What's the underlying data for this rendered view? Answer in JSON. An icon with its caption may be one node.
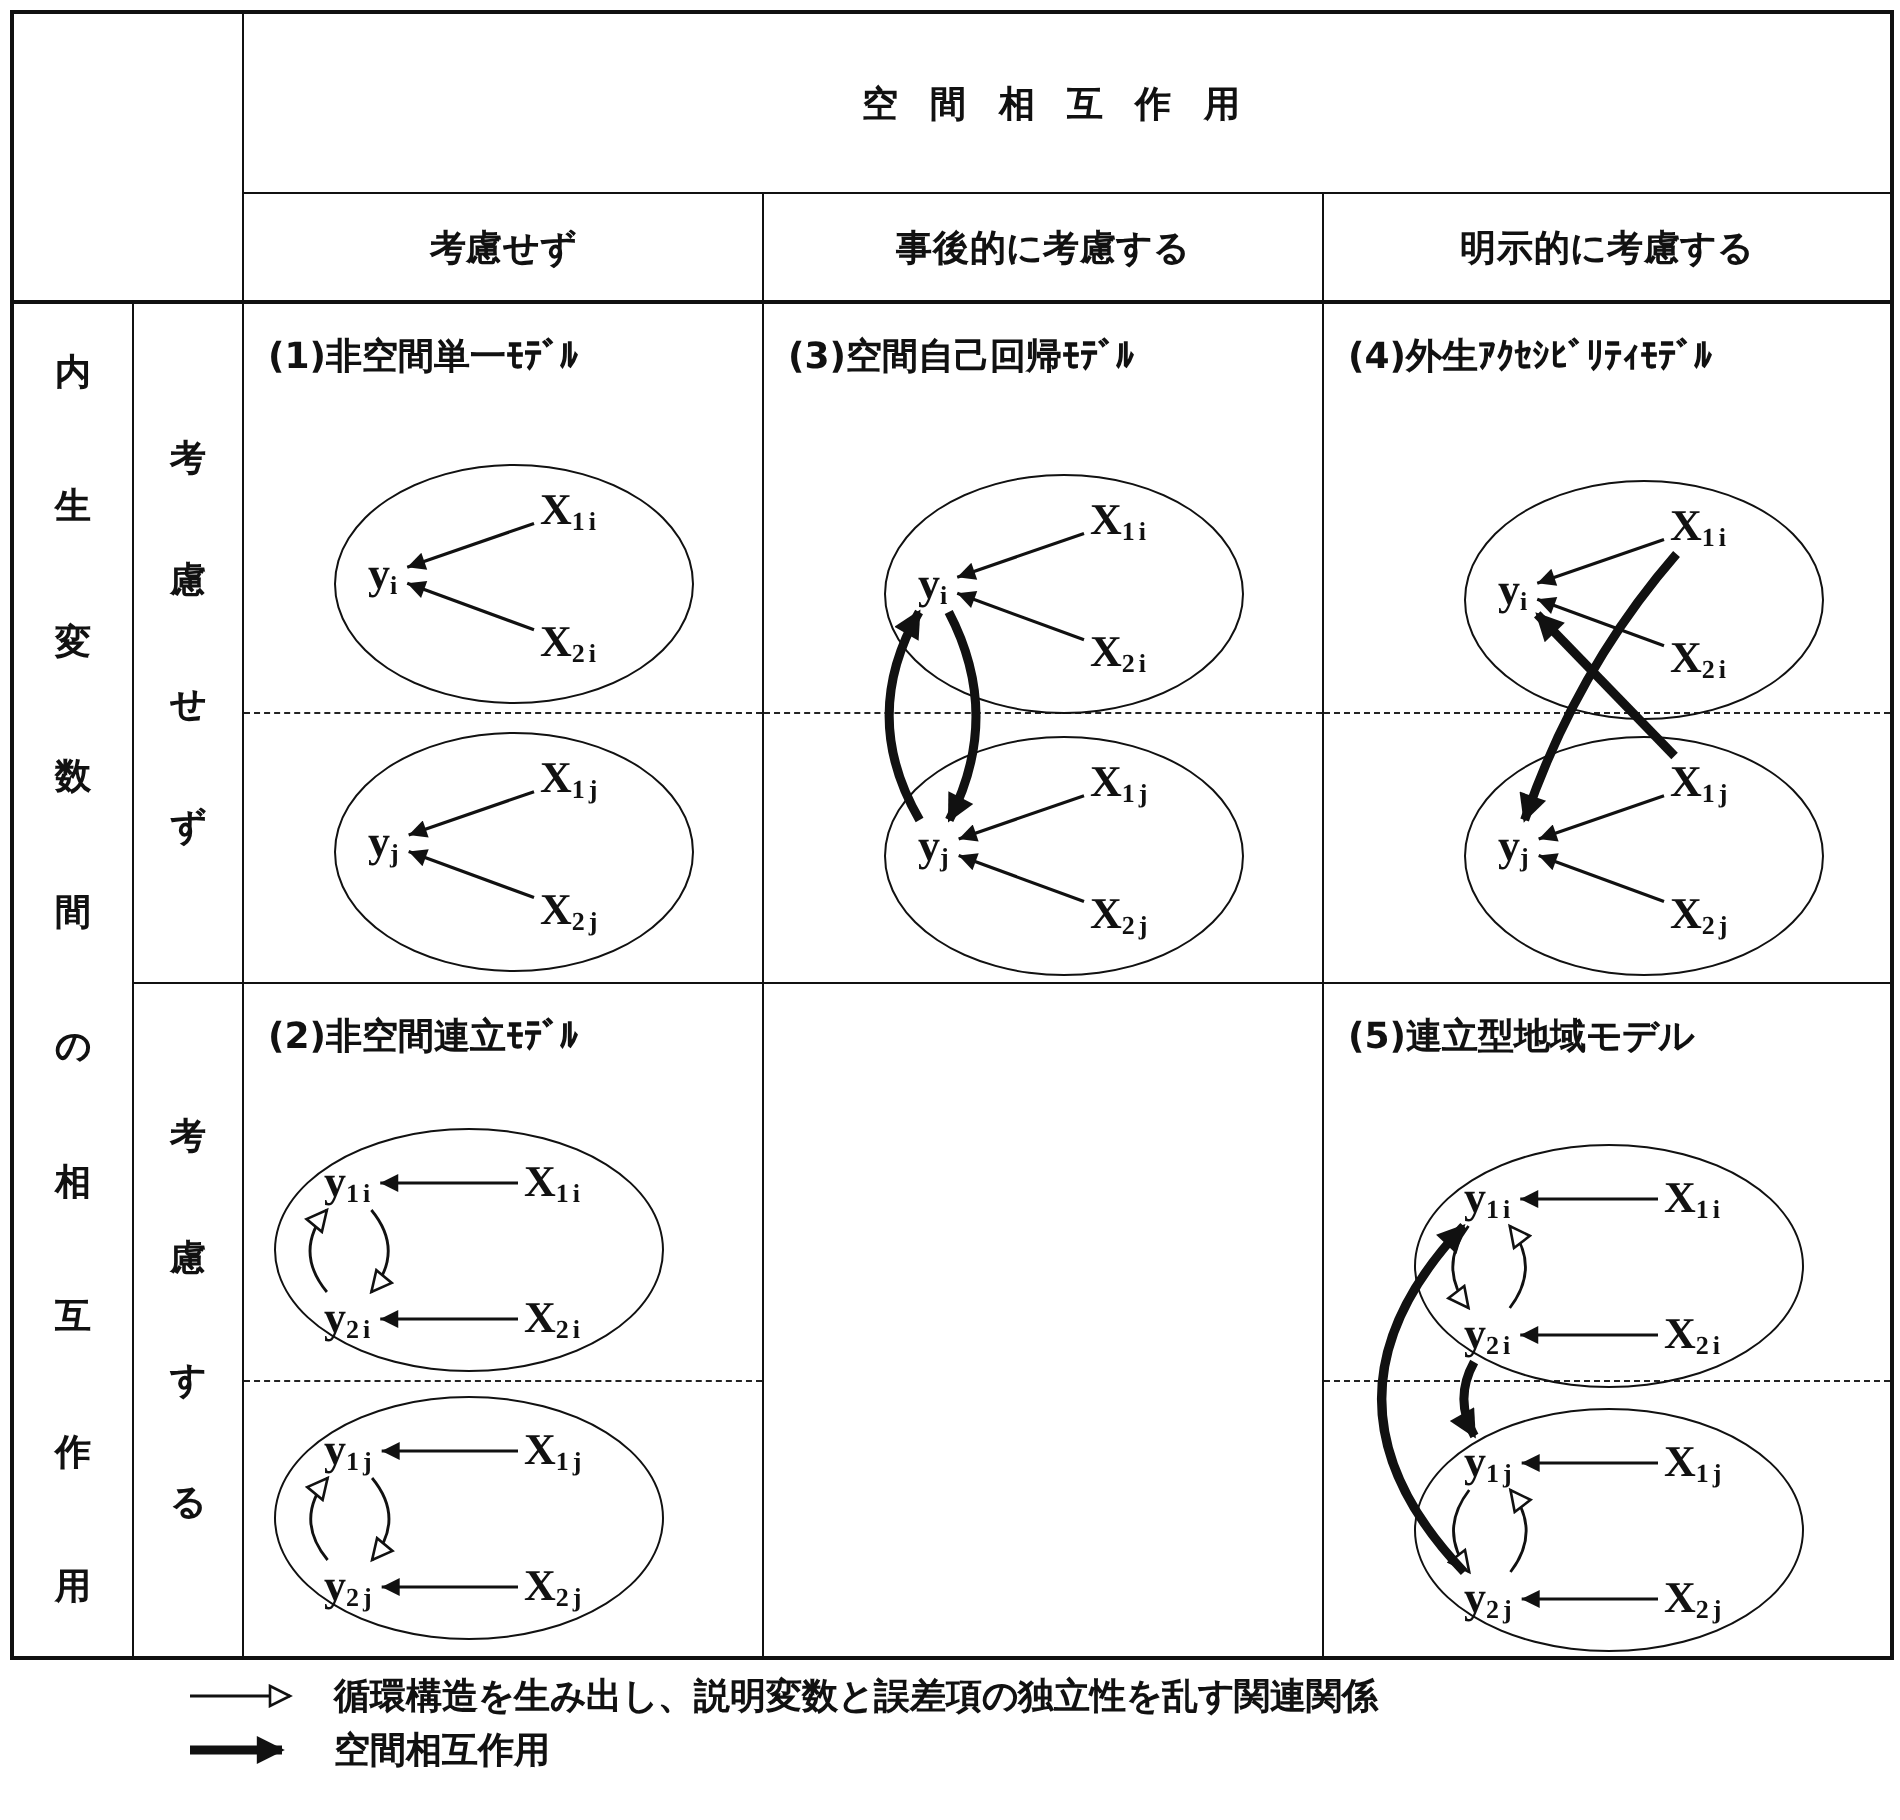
{
  "diagram": {
    "nodes": [
      {
        "text": [],
        "shape": "ellipse"
      },
      {
        "text": [
          "y$_{i}$"
        ],
        "in": 0
      },
      {
        "text": [
          "X$_{1i}$"
        ],
        "in": 0
      },
      {
        "text": [
          "X$_{2i}$"
        ],
        "in": 0
      },
      {
        "text": [],
        "shape": "ellipse"
      },
      {
        "text": [
          "y$_{j}$"
        ],
        "in": 4
      },
      {
        "text": [
          "X$_{1j}$"
        ],
        "in": 4
      },
      {
        "text": [
          "X$_{2j}$"
        ],
        "in": 4
      },
      {
        "text": [],
        "shape": "ellipse"
      },
      {
        "text": [
          "y$_{i}$"
        ],
        "in": 8
      },
      {
        "text": [
          "X$_{1i}$"
        ],
        "in": 8
      },
      {
        "text": [
          "X$_{2i}$"
        ],
        "in": 8
      },
      {
        "text": [],
        "shape": "ellipse"
      },
      {
        "text": [
          "y$_{j}$"
        ],
        "in": 12
      },
      {
        "text": [
          "X$_{1j}$"
        ],
        "in": 12
      },
      {
        "text": [
          "X$_{2j}$"
        ],
        "in": 12
      },
      {
        "text": [],
        "shape": "ellipse"
      },
      {
        "text": [
          "y$_{i}$"
        ],
        "in": 16
      },
      {
        "text": [
          "X$_{1i}$"
        ],
        "in": 16
      },
      {
        "text": [
          "X$_{2i}$"
        ],
        "in": 16
      },
      {
        "text": [],
        "shape": "ellipse"
      },
      {
        "text": [
          "y$_{j}$"
        ],
        "in": 20
      },
      {
        "text": [
          "X$_{1j}$"
        ],
        "in": 20
      },
      {
        "text": [
          "X$_{2j}$"
        ],
        "in": 20
      },
      {
        "text": [],
        "shape": "ellipse"
      },
      {
        "text": [
          "y$_{1i}$"
        ],
        "in": 24
      },
      {
        "text": [
          "X$_{1i}$"
        ],
        "in": 24
      },
      {
        "text": [
          "y$_{2i}$"
        ],
        "in": 24
      },
      {
        "text": [
          "X$_{2i}$"
        ],
        "in": 24
      },
      {
        "text": [],
        "shape": "ellipse"
      },
      {
        "text": [
          "y$_{1j}$"
        ],
        "in": 29
      },
      {
        "text": [
          "X$_{1j}$"
        ],
        "in": 29
      },
      {
        "text": [
          "y$_{2j}$"
        ],
        "in": 29
      },
      {
        "text": [
          "X$_{2j}$"
        ],
        "in": 29
      },
      {
        "text": [],
        "shape": "ellipse"
      },
      {
        "text": [
          "y$_{1i}$"
        ],
        "in": 34
      },
      {
        "text": [
          "X$_{1i}$"
        ],
        "in": 34
      },
      {
        "text": [
          "y$_{2i}$"
        ],
        "in": 34
      },
      {
        "text": [
          "X$_{2i}$"
        ],
        "in": 34
      },
      {
        "text": [],
        "shape": "ellipse"
      },
      {
        "text": [
          "y$_{1j}$"
        ],
        "in": 39
      },
      {
        "text": [
          "X$_{1j}$"
        ],
        "in": 39
      },
      {
        "text": [
          "y$_{2j}$"
        ],
        "in": 39
      },
      {
        "text": [
          "X$_{2j}$"
        ],
        "in": 39
      }
    ],
    "edges": [
      {
        "from": 2,
        "to": 1,
        "arrow": "to"
      },
      {
        "from": 3,
        "to": 1,
        "arrow": "to"
      },
      {
        "from": 6,
        "to": 5,
        "arrow": "to"
      },
      {
        "from": 7,
        "to": 5,
        "arrow": "to"
      },
      {
        "from": 10,
        "to": 9,
        "arrow": "to"
      },
      {
        "from": 11,
        "to": 9,
        "arrow": "to"
      },
      {
        "from": 14,
        "to": 13,
        "arrow": "to"
      },
      {
        "from": 15,
        "to": 13,
        "arrow": "to"
      },
      {
        "from": 13,
        "to": 9,
        "arrow": "to",
        "style": "thick"
      },
      {
        "from": 9,
        "to": 13,
        "arrow": "to",
        "style": "thick"
      },
      {
        "from": 18,
        "to": 17,
        "arrow": "to"
      },
      {
        "from": 19,
        "to": 17,
        "arrow": "to"
      },
      {
        "from": 22,
        "to": 21,
        "arrow": "to"
      },
      {
        "from": 23,
        "to": 21,
        "arrow": "to"
      },
      {
        "from": 22,
        "to": 17,
        "arrow": "to",
        "style": "thick"
      },
      {
        "from": 18,
        "to": 21,
        "arrow": "to",
        "style": "thick"
      },
      {
        "from": 26,
        "to": 25,
        "arrow": "to"
      },
      {
        "from": 28,
        "to": 27,
        "arrow": "to"
      },
      {
        "from": 31,
        "to": 30,
        "arrow": "to"
      },
      {
        "from": 33,
        "to": 32,
        "arrow": "to"
      },
      {
        "from": 25,
        "to": 27,
        "arrow": "to"
      },
      {
        "from": 27,
        "to": 25,
        "arrow": "to"
      },
      {
        "from": 30,
        "to": 32,
        "arrow": "to"
      },
      {
        "from": 32,
        "to": 30,
        "arrow": "to"
      },
      {
        "from": 36,
        "to": 35,
        "arrow": "to"
      },
      {
        "from": 38,
        "to": 37,
        "arrow": "to"
      },
      {
        "from": 41,
        "to": 40,
        "arrow": "to"
      },
      {
        "from": 43,
        "to": 42,
        "arrow": "to"
      },
      {
        "from": 35,
        "to": 37,
        "arrow": "to"
      },
      {
        "from": 37,
        "to": 35,
        "arrow": "to"
      },
      {
        "from": 40,
        "to": 42,
        "arrow": "to"
      },
      {
        "from": 42,
        "to": 40,
        "arrow": "to"
      },
      {
        "from": 37,
        "to": 40,
        "arrow": "to",
        "style": "thick"
      },
      {
        "from": 42,
        "to": 35,
        "arrow": "to",
        "style": "thick"
      }
    ],
    "labels": [
      "空間相互作用",
      "考慮せず",
      "事後的に考慮する",
      "明示的に考慮する",
      "内生変数間の相互作用",
      "考慮せず",
      "考慮する",
      "(1)非空間単一ﾓﾃﾞﾙ",
      "(3)空間自己回帰ﾓﾃﾞﾙ",
      "(4)外生ｱｸｾｼﾋﾞﾘﾃｨﾓﾃﾞﾙ",
      "(2)非空間連立ﾓﾃﾞﾙ",
      "(5)連立型地域モデル"
    ],
    "legend": [
      {
        "text": "循環構造を生み出し、説明変数と誤差項の独立性を乱す関連関係"
      },
      {
        "text": "空間相互作用"
      }
    ]
  }
}
